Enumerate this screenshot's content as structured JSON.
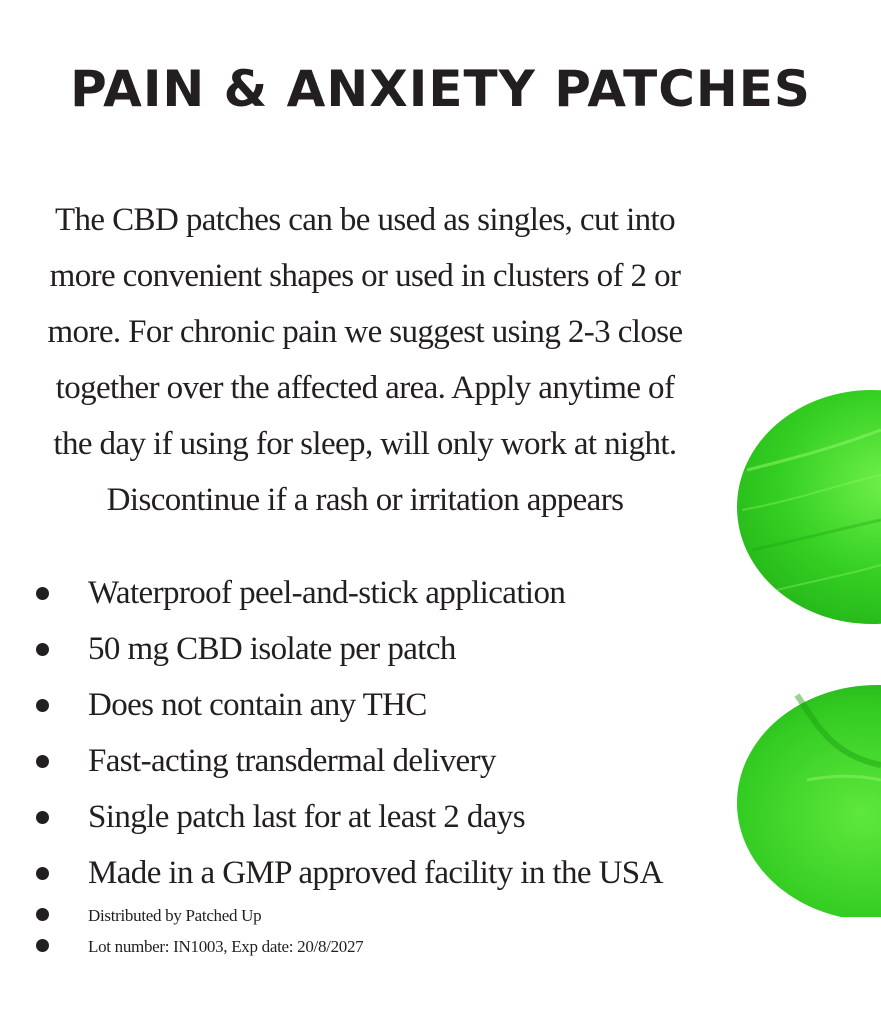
{
  "title": "PAIN & ANXIETY PATCHES",
  "intro_lines": [
    "The CBD patches can be used as singles, cut into",
    "more convenient shapes or used in clusters of 2 or",
    "more. For chronic pain we suggest using 2-3 close",
    "together over the affected area. Apply anytime of",
    "the day if using for sleep, will only work at night.",
    "Discontinue if a rash or irritation appears"
  ],
  "features": [
    "Waterproof peel-and-stick application",
    "50 mg CBD isolate per patch",
    "Does not contain any THC",
    "Fast-acting transdermal delivery",
    "Single patch last for at least 2 days",
    "Made in a GMP approved facility in the USA"
  ],
  "fine_print": [
    "Distributed by Patched Up",
    "Lot number: IN1003, Exp date: 20/8/2027"
  ],
  "colors": {
    "text": "#231f20",
    "patch_green": "#35d023",
    "patch_highlight": "#7ff05a",
    "patch_shadow": "#1a9e12"
  }
}
